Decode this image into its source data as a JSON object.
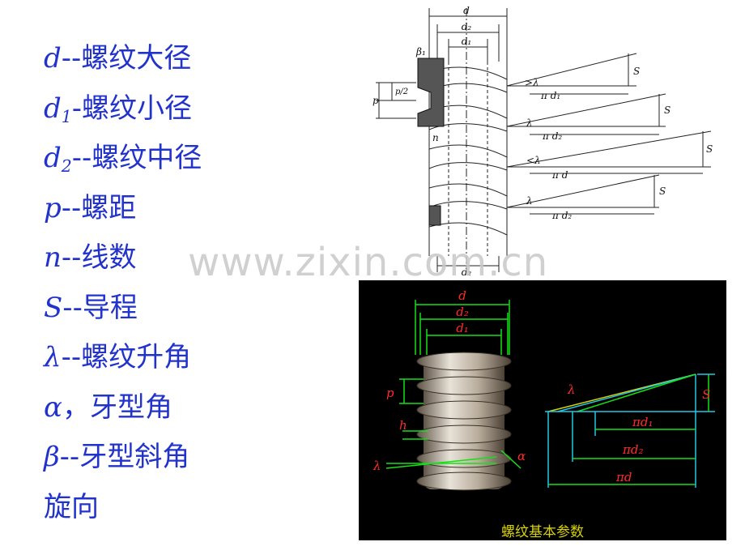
{
  "terms": [
    {
      "sym": "d",
      "sub": "",
      "desc": "--螺纹大径"
    },
    {
      "sym": "d",
      "sub": "1",
      "desc": "-螺纹小径"
    },
    {
      "sym": "d",
      "sub": "2",
      "desc": "--螺纹中径"
    },
    {
      "sym": "p",
      "sub": "",
      "desc": "--螺距"
    },
    {
      "sym": "n",
      "sub": "",
      "desc": "--线数"
    },
    {
      "sym": "S",
      "sub": "",
      "desc": "--导程"
    },
    {
      "sym": "λ",
      "sub": "",
      "desc": "--螺纹升角"
    },
    {
      "sym": "α",
      "sub": "",
      "desc": "，牙型角"
    },
    {
      "sym": "β",
      "sub": "",
      "desc": "--牙型斜角"
    },
    {
      "sym": "",
      "sub": "",
      "desc": "旋向"
    }
  ],
  "watermark": "www.zixin.com.cn",
  "drawing_labels": {
    "d": "d",
    "d2": "d₂",
    "d1": "d₁",
    "beta": "β₁",
    "p": "p",
    "p_half": "p/2",
    "n": "n",
    "S": "S",
    "gt_lambda": ">λ",
    "lt_lambda": "<λ",
    "lambda": "λ",
    "pi_d1": "π d₁",
    "pi_d2": "π d₂",
    "pi_d": "π d",
    "d2_bottom": "d₂"
  },
  "photo_labels": {
    "d": "d",
    "d2": "d₂",
    "d1": "d₁",
    "p": "p",
    "h": "h",
    "lambda": "λ",
    "alpha": "α",
    "S": "S",
    "pi_d1": "πd₁",
    "pi_d2": "πd₂",
    "pi_d": "πd"
  },
  "caption": "螺纹基本参数",
  "colors": {
    "text": "#2233cc",
    "green": "#16e016",
    "red": "#ff2a2a",
    "cyan": "#22c8e6",
    "yellow": "#d6d20a"
  }
}
